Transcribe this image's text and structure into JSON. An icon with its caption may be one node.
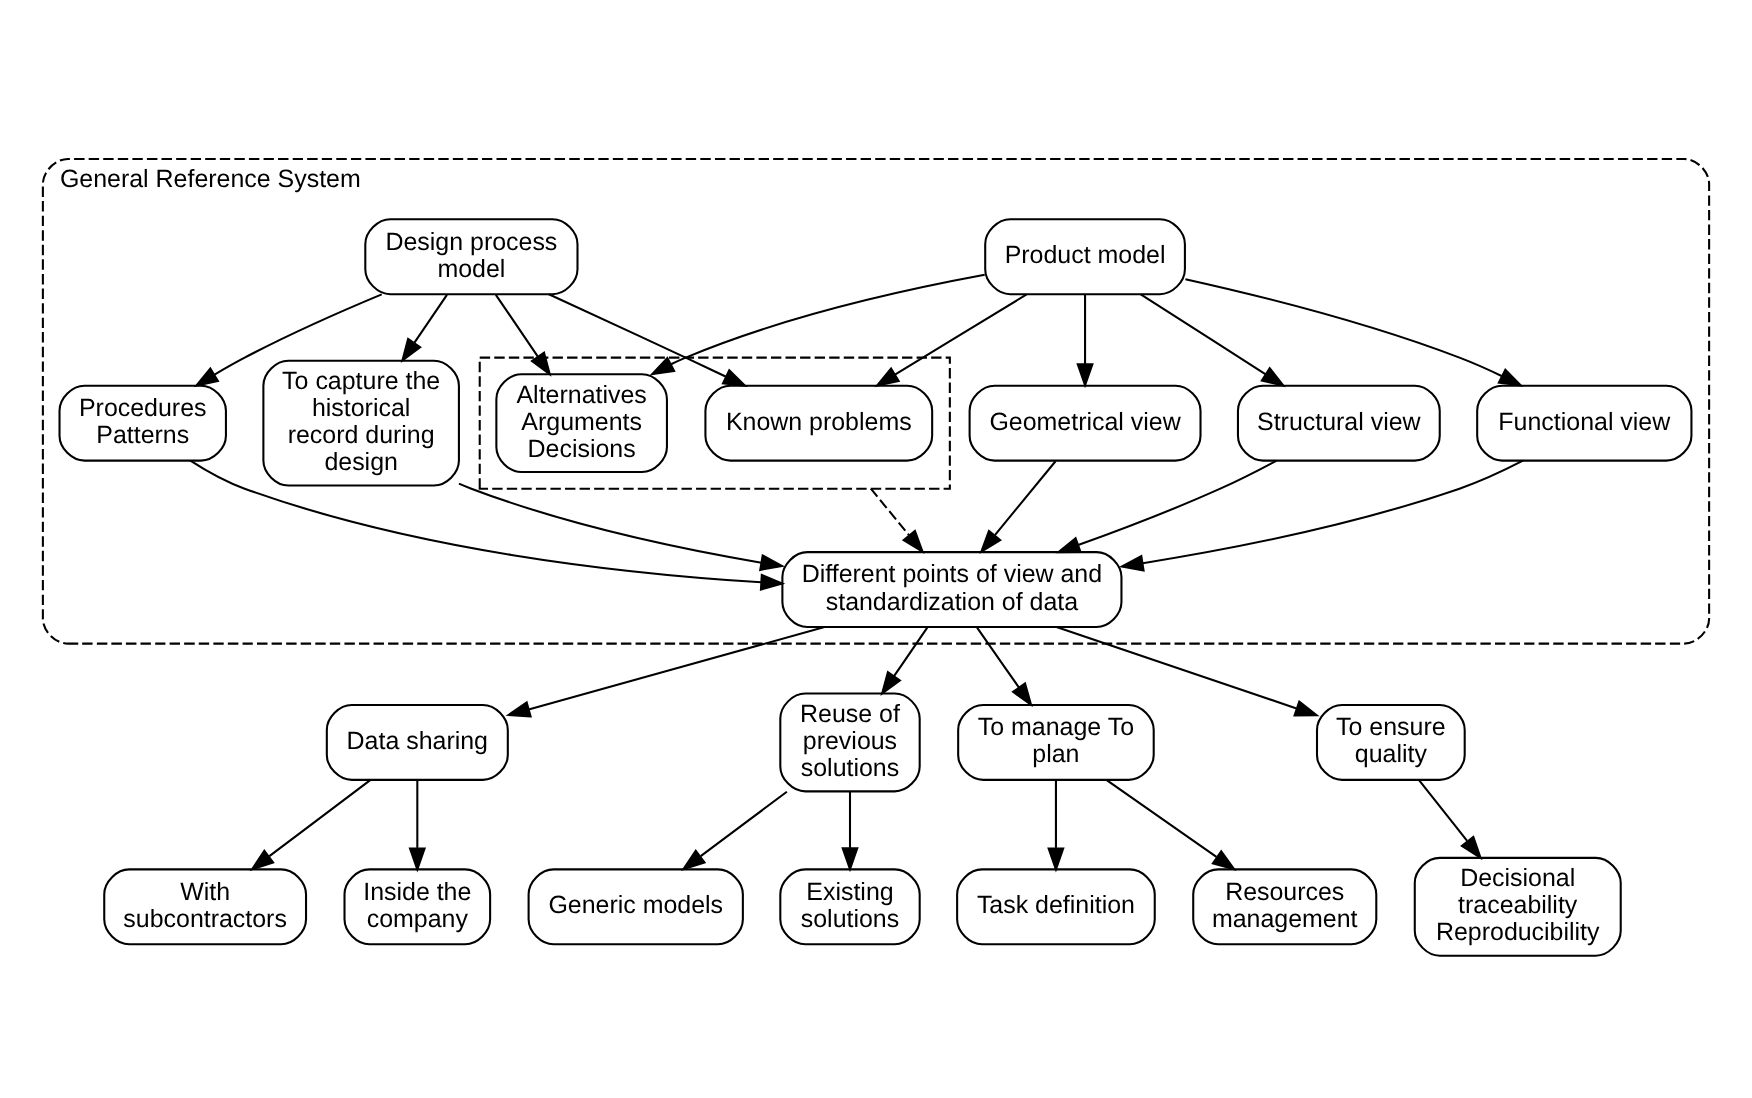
{
  "diagram": {
    "nodes": [
      {
        "text": [
          "General Reference System"
        ]
      },
      {
        "text": [],
        "shape": "box",
        "in": 0
      },
      {
        "text": [
          "Product model"
        ],
        "in": 0
      },
      {
        "text": [
          "Known problems"
        ],
        "in": 1
      },
      {
        "text": [
          "Alternatives Arguments Decisions"
        ],
        "in": 1
      },
      {
        "text": [
          "Design process model"
        ],
        "in": 0
      },
      {
        "text": [
          "Geometrical view"
        ],
        "in": 0
      },
      {
        "text": [
          "Structural view"
        ],
        "in": 0
      },
      {
        "text": [
          "Functional view"
        ],
        "in": 0
      },
      {
        "text": [
          "Procedures Patterns"
        ],
        "in": 0
      },
      {
        "text": [
          "To capture the historical record during design"
        ],
        "in": 0
      },
      {
        "text": [
          "Different points of view and standardization of data"
        ],
        "in": 0
      },
      {
        "text": [
          "Data sharing"
        ]
      },
      {
        "text": [
          "Reuse of previous solutions"
        ]
      },
      {
        "text": [
          "To manage To plan"
        ]
      },
      {
        "text": [
          "To ensure quality"
        ]
      },
      {
        "text": [
          "With subcontractors"
        ]
      },
      {
        "text": [
          "Inside the company"
        ]
      },
      {
        "text": [
          "Generic models"
        ]
      },
      {
        "text": [
          "Existing solutions"
        ]
      },
      {
        "text": [
          "Task definition"
        ]
      },
      {
        "text": [
          "Resources management"
        ]
      },
      {
        "text": [
          "Decisional traceability Reproducibility"
        ]
      }
    ],
    "edges": [
      {
        "from": 2,
        "to": 3,
        "arrow": "to"
      },
      {
        "from": 2,
        "to": 4,
        "arrow": "to"
      },
      {
        "from": 5,
        "to": 3,
        "arrow": "to"
      },
      {
        "from": 5,
        "to": 4,
        "arrow": "to"
      },
      {
        "from": 2,
        "to": 6,
        "arrow": "to"
      },
      {
        "from": 2,
        "to": 7,
        "arrow": "to"
      },
      {
        "from": 2,
        "to": 8,
        "arrow": "to"
      },
      {
        "from": 5,
        "to": 9,
        "arrow": "to"
      },
      {
        "from": 5,
        "to": 10,
        "arrow": "to"
      },
      {
        "from": 6,
        "to": 11,
        "arrow": "to"
      },
      {
        "from": 7,
        "to": 11,
        "arrow": "to"
      },
      {
        "from": 8,
        "to": 11,
        "arrow": "to"
      },
      {
        "from": 1,
        "to": 11,
        "arrow": "to",
        "style": "dashed"
      },
      {
        "from": 9,
        "to": 11,
        "arrow": "to"
      },
      {
        "from": 10,
        "to": 11,
        "arrow": "to"
      },
      {
        "from": 11,
        "to": 12,
        "arrow": "to"
      },
      {
        "from": 11,
        "to": 13,
        "arrow": "to"
      },
      {
        "from": 11,
        "to": 14,
        "arrow": "to"
      },
      {
        "from": 11,
        "to": 15,
        "arrow": "to"
      },
      {
        "from": 12,
        "to": 16,
        "arrow": "to"
      },
      {
        "from": 12,
        "to": 17,
        "arrow": "to"
      },
      {
        "from": 13,
        "to": 18,
        "arrow": "to"
      },
      {
        "from": 13,
        "to": 19,
        "arrow": "to"
      },
      {
        "from": 14,
        "to": 20,
        "arrow": "to"
      },
      {
        "from": 14,
        "to": 21,
        "arrow": "to"
      },
      {
        "from": 15,
        "to": 22,
        "arrow": "to"
      }
    ]
  }
}
